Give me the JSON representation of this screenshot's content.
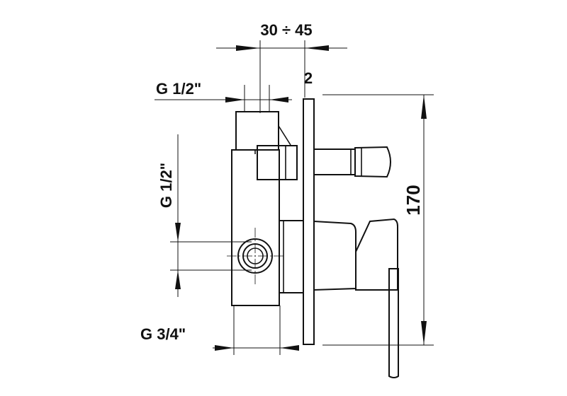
{
  "dimensions": {
    "top_range": "30 ÷ 45",
    "plate_thickness": "2",
    "top_inlet_thread": "G 1/2\"",
    "side_thread": "G 1/2\"",
    "bottom_thread": "G 3/4\"",
    "overall_height": "170"
  },
  "colors": {
    "line": "#111111",
    "background": "#ffffff"
  }
}
